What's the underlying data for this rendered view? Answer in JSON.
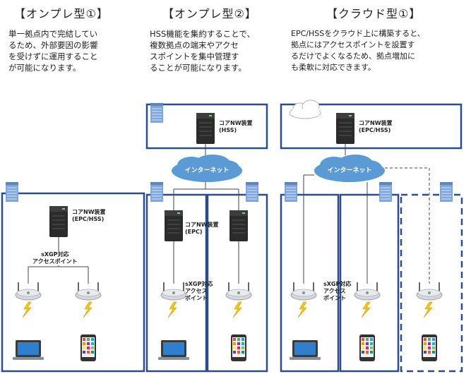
{
  "columns": [
    {
      "title": "【オンプレ型①】",
      "description": "単一拠点内で完結してい\nるため、外部要因の影響\nを受けずに運用すること\nが可能になります。"
    },
    {
      "title": "【オンプレ型②】",
      "description": "HSS機能を集約することで、\n複数拠点の端末やアクセ\nスポイントを集中管理す\nることが可能になります。"
    },
    {
      "title": "【クラウド型①】",
      "description": "EPC/HSSをクラウド上に構築すると、\n拠点にはアクセスポイントを設置す\nるだけでよくなるため、拠点増加に\nも柔軟に対応できます。"
    }
  ],
  "labels": {
    "core_epc_hss": "コアNW装置\n(EPC/HSS)",
    "core_hss": "コアNW装置\n(HSS)",
    "core_epc": "コアNW装置\n(EPC)",
    "ap_single": "sXGP対応\nアクセスポイント",
    "ap_stacked": "sXGP対応\nアクセス\nポイント",
    "internet": "インターネット"
  },
  "colors": {
    "frame": "#2a4d8c",
    "cloud": "#5b9bd5",
    "server": "#2b2b2b",
    "building": "#7fa7d9",
    "bolt": "#f5c518",
    "router": "#d4d8dc"
  },
  "icons": [
    "building-icon",
    "server-icon",
    "router-icon",
    "bolt-icon",
    "laptop-icon",
    "smartphone-icon",
    "cloud-icon"
  ]
}
